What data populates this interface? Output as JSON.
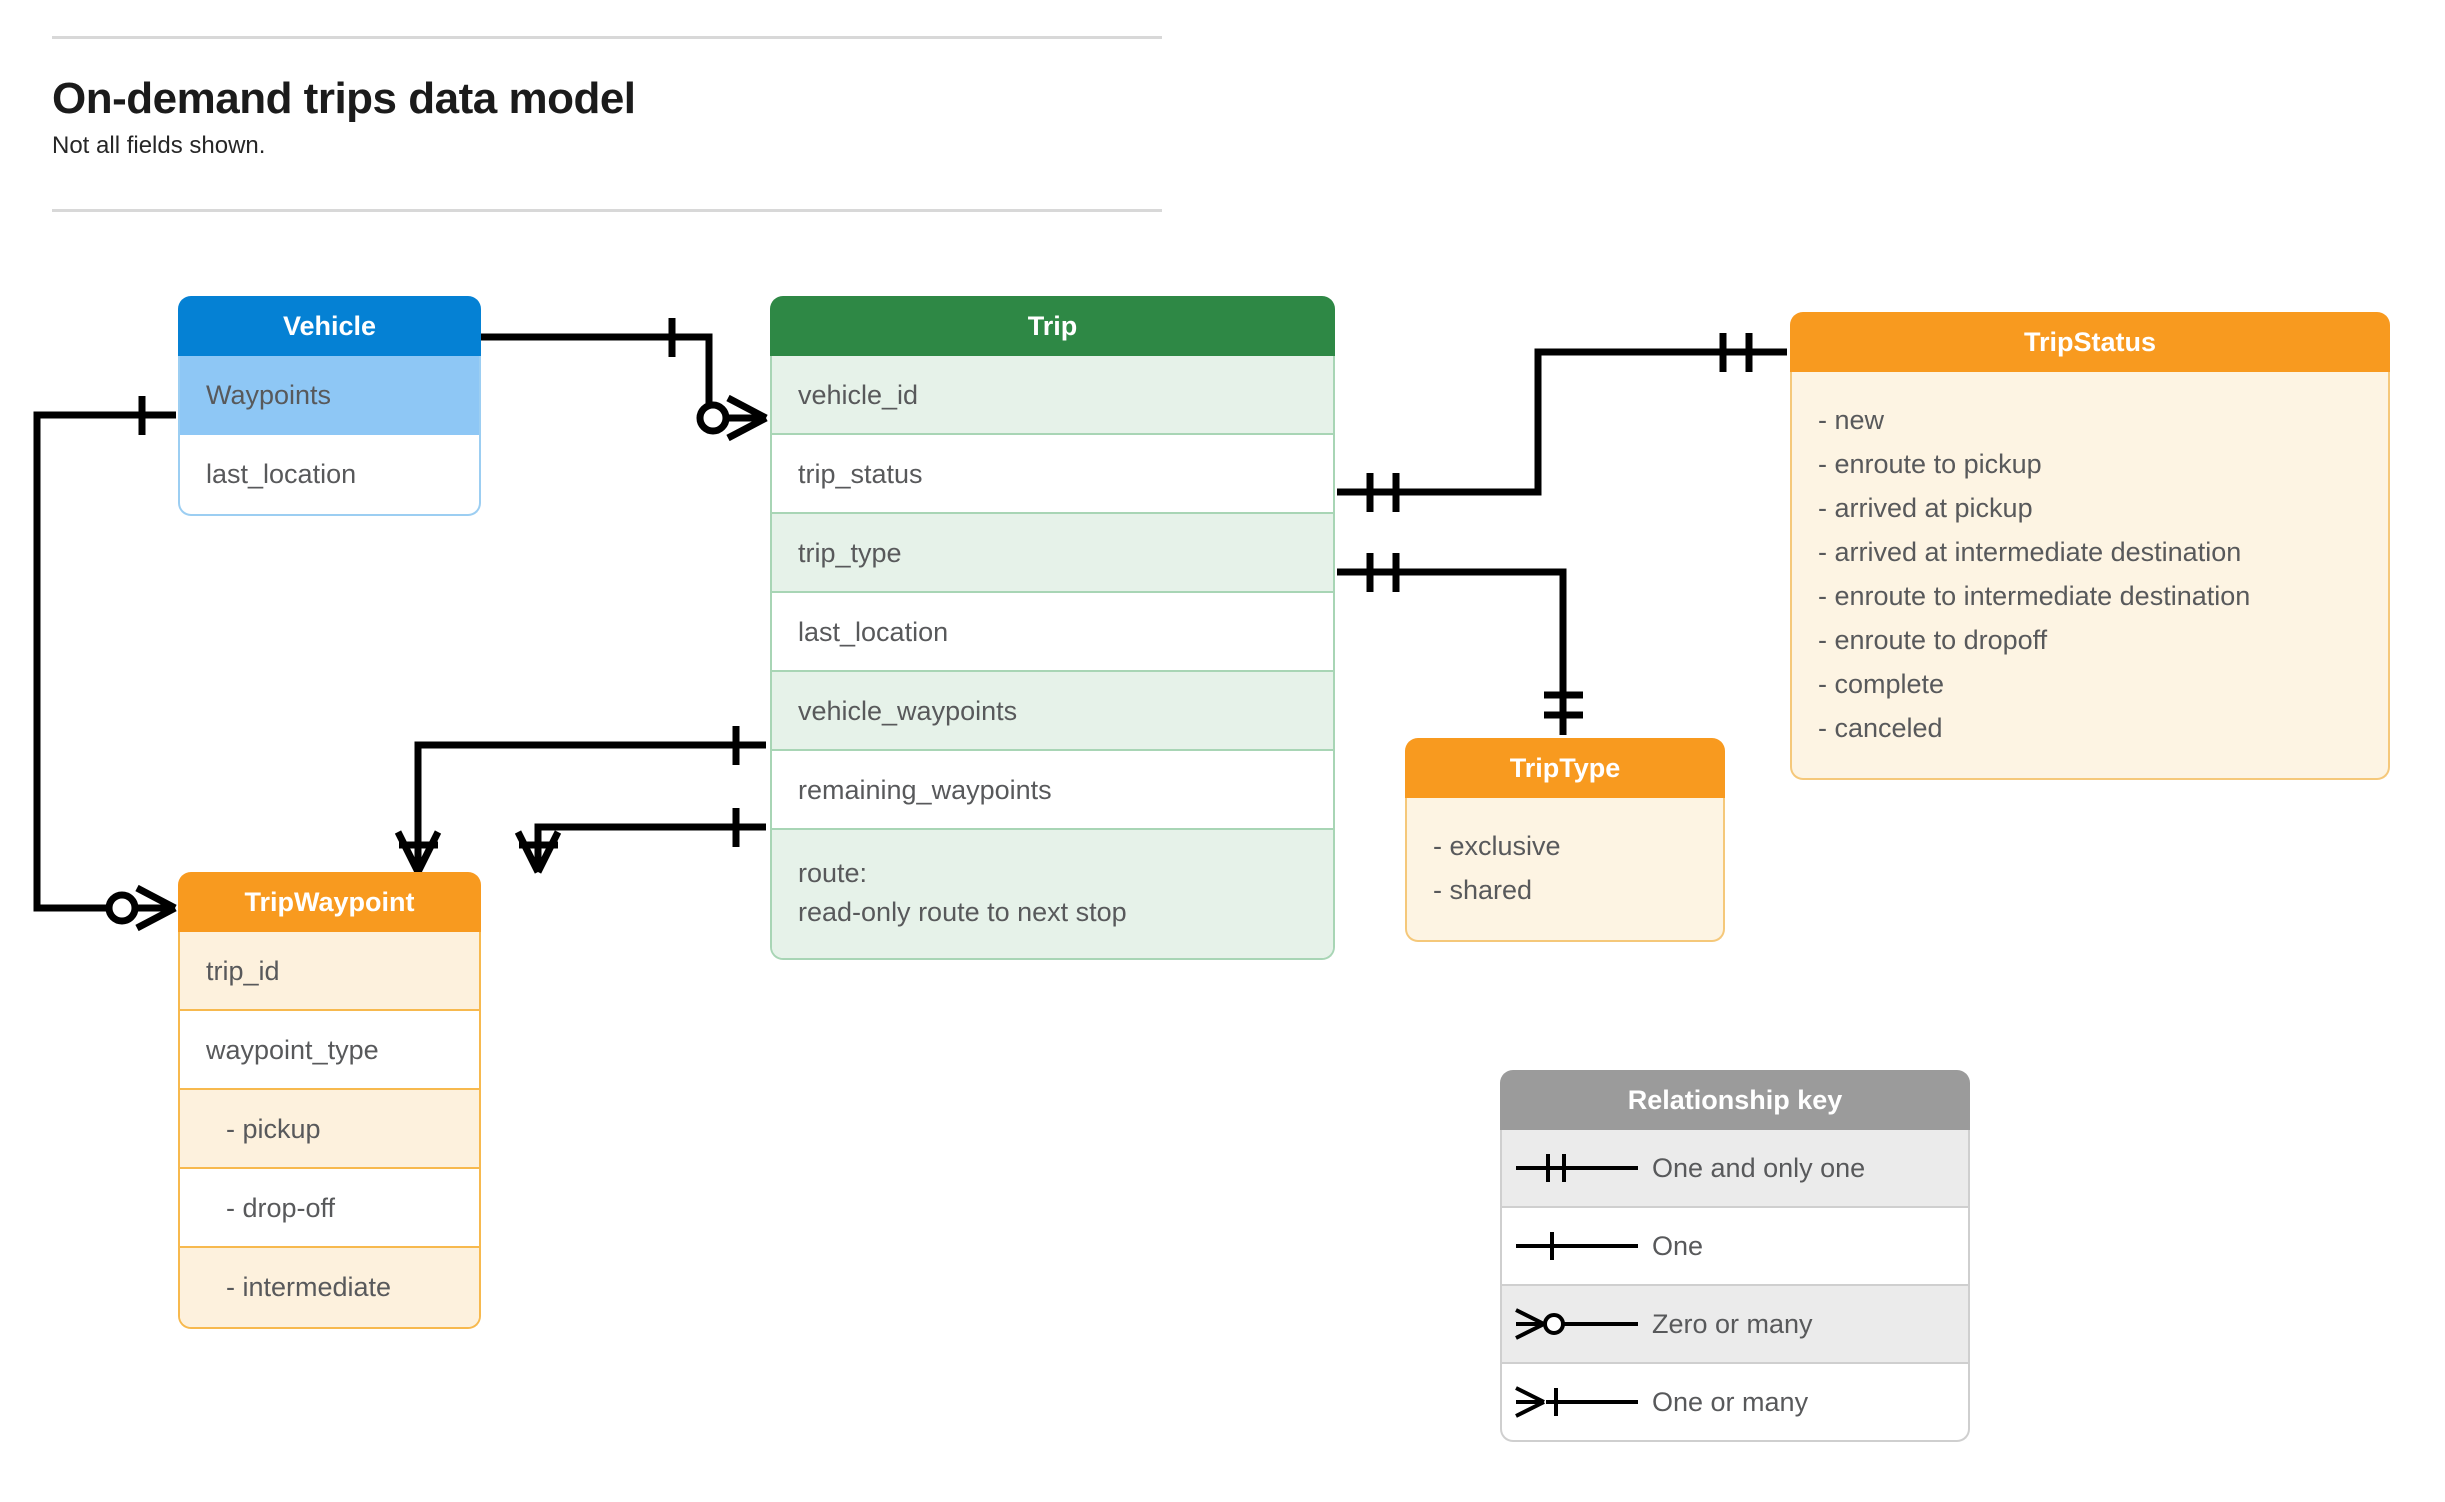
{
  "header": {
    "title": "On-demand trips data model",
    "subtitle": "Not all fields shown."
  },
  "entities": {
    "vehicle": {
      "name": "Vehicle",
      "header_color": "#0581d4",
      "fields": [
        {
          "label": "Waypoints"
        },
        {
          "label": "last_location"
        }
      ]
    },
    "trip": {
      "name": "Trip",
      "header_color": "#2e8845",
      "fields": [
        {
          "label": "vehicle_id"
        },
        {
          "label": "trip_status"
        },
        {
          "label": "trip_type"
        },
        {
          "label": "last_location"
        },
        {
          "label": "vehicle_waypoints"
        },
        {
          "label": "remaining_waypoints"
        },
        {
          "label": "route:",
          "label2": "read-only route to next stop"
        }
      ]
    },
    "tripstatus": {
      "name": "TripStatus",
      "header_color": "#f89a1f",
      "values": [
        "- new",
        "- enroute to pickup",
        "- arrived at pickup",
        "- arrived at intermediate destination",
        "- enroute to intermediate destination",
        "- enroute to dropoff",
        "- complete",
        "- canceled"
      ]
    },
    "triptype": {
      "name": "TripType",
      "header_color": "#f89a1f",
      "values": [
        "- exclusive",
        "- shared"
      ]
    },
    "tripwaypoint": {
      "name": "TripWaypoint",
      "header_color": "#f89a1f",
      "fields": [
        {
          "label": "trip_id"
        },
        {
          "label": "waypoint_type"
        },
        {
          "label": "-  pickup"
        },
        {
          "label": "-  drop-off"
        },
        {
          "label": "-  intermediate"
        }
      ]
    }
  },
  "legend": {
    "title": "Relationship key",
    "rows": [
      {
        "symbol": "one-and-only-one",
        "label": "One and only one"
      },
      {
        "symbol": "one",
        "label": "One"
      },
      {
        "symbol": "zero-or-many",
        "label": "Zero or many"
      },
      {
        "symbol": "one-or-many",
        "label": "One or many"
      }
    ]
  },
  "relationships": [
    {
      "from": "Vehicle",
      "from_card": "one",
      "to": "Trip.vehicle_id",
      "to_card": "zero-or-many"
    },
    {
      "from": "Vehicle.Waypoints",
      "from_card": "one",
      "to": "TripWaypoint",
      "to_card": "zero-or-many"
    },
    {
      "from": "Trip.trip_status",
      "from_card": "one-and-only-one",
      "to": "TripStatus",
      "to_card": "one-and-only-one"
    },
    {
      "from": "Trip.trip_type",
      "from_card": "one-and-only-one",
      "to": "TripType",
      "to_card": "one-and-only-one"
    },
    {
      "from": "Trip.vehicle_waypoints",
      "from_card": "one",
      "to": "TripWaypoint",
      "to_card": "one-or-many"
    },
    {
      "from": "Trip.remaining_waypoints",
      "from_card": "one",
      "to": "TripWaypoint",
      "to_card": "one-or-many"
    }
  ]
}
